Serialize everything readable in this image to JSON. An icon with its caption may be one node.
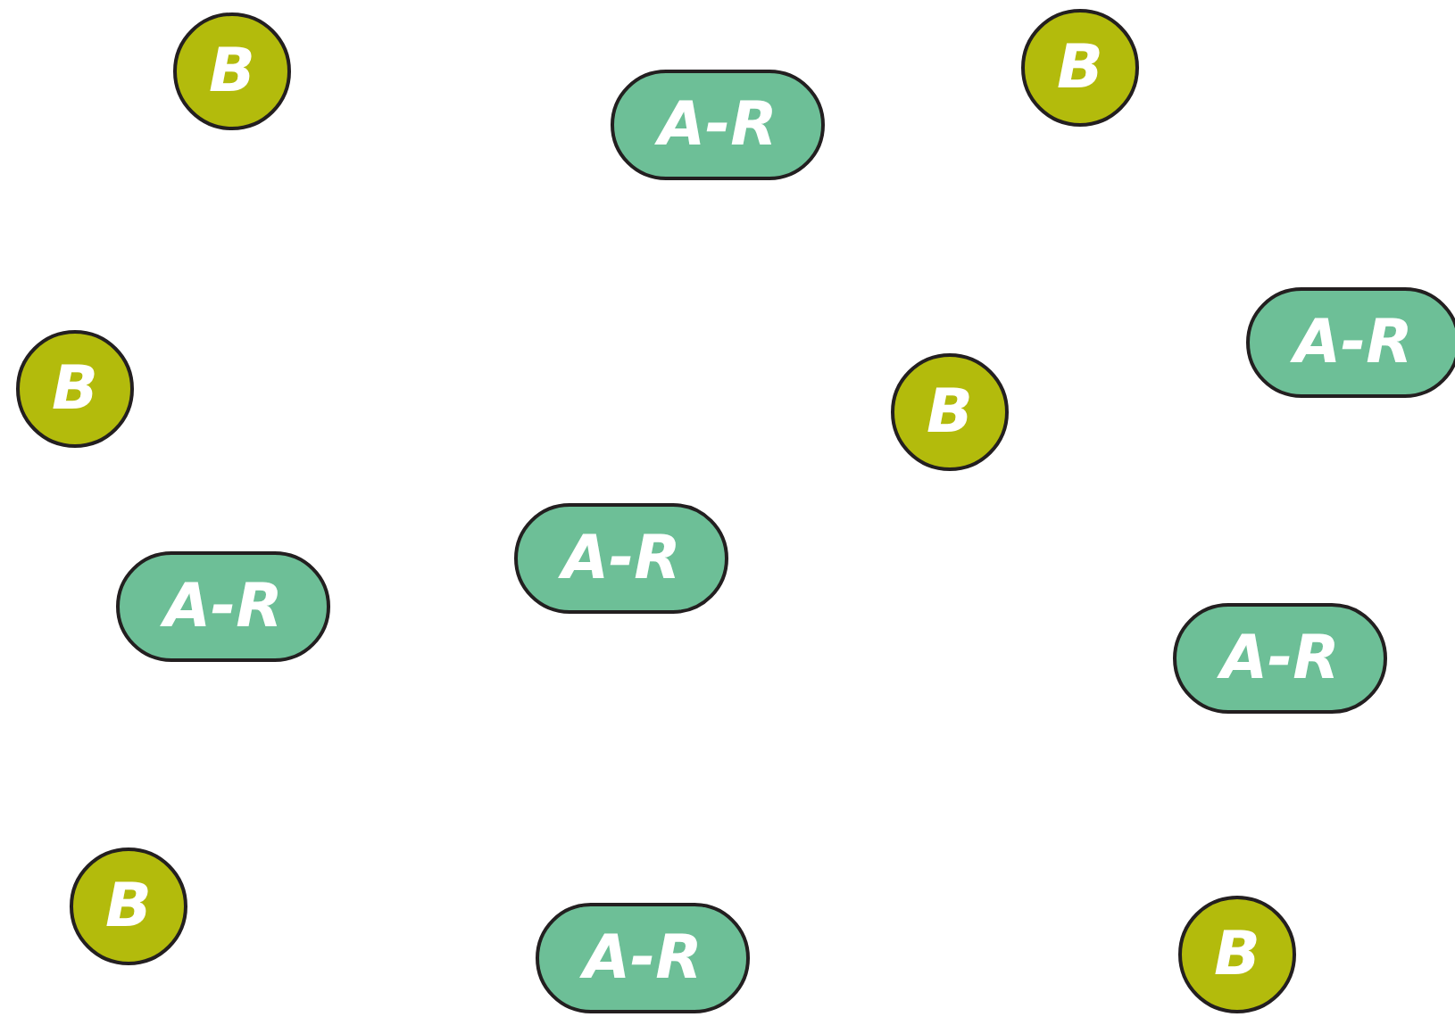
{
  "diagram": {
    "nodes": [
      {
        "text": [
          "B"
        ]
      },
      {
        "text": [
          "A-R"
        ]
      },
      {
        "text": [
          "B"
        ]
      },
      {
        "text": [
          "A-R"
        ]
      },
      {
        "text": [
          "B"
        ]
      },
      {
        "text": [
          "B"
        ]
      },
      {
        "text": [
          "A-R"
        ]
      },
      {
        "text": [
          "A-R"
        ]
      },
      {
        "text": [
          "A-R"
        ]
      },
      {
        "text": [
          "B"
        ]
      },
      {
        "text": [
          "B"
        ]
      },
      {
        "text": [
          "A-R"
        ]
      }
    ]
  }
}
